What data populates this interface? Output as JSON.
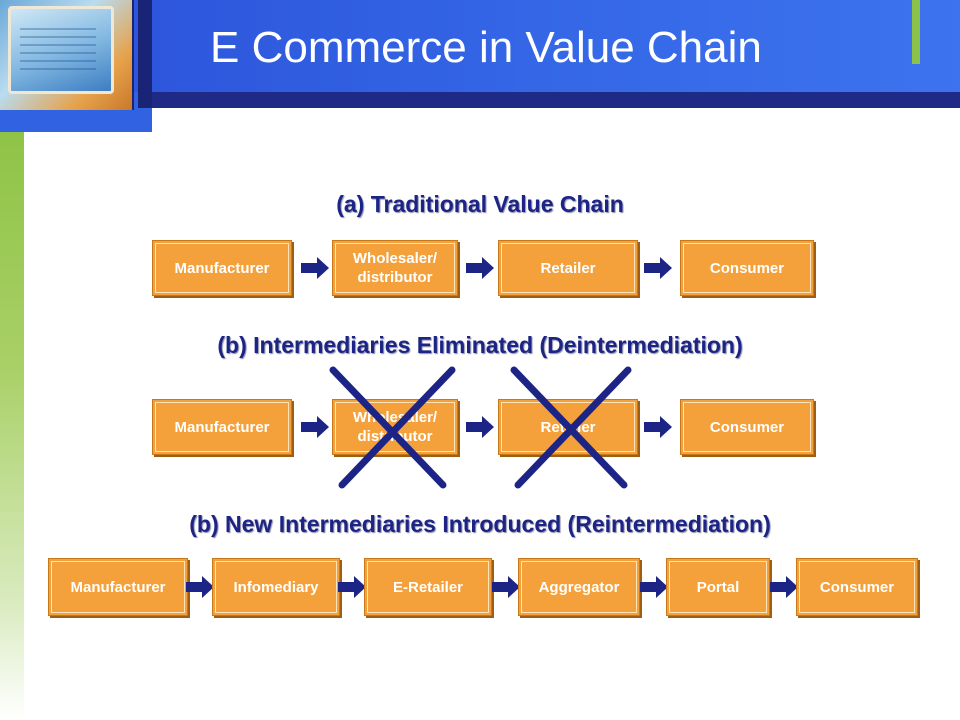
{
  "slide": {
    "title": "E Commerce in Value Chain"
  },
  "colors": {
    "box_fill": "#f4a13c",
    "arrow": "#1c2585",
    "title_bar": "#2b50d8",
    "accent_green": "#8fc346",
    "cross": "#1c2585"
  },
  "diagram": {
    "traditional": {
      "title": "(a) Traditional Value Chain",
      "boxes": [
        "Manufacturer",
        "Wholesaler/ distributor",
        "Retailer",
        "Consumer"
      ]
    },
    "deintermediation": {
      "title": "(b) Intermediaries Eliminated (Deintermediation)",
      "boxes": [
        "Manufacturer",
        "Wholesaler/ distributor",
        "Retailer",
        "Consumer"
      ],
      "crossed_out": [
        "Wholesaler/ distributor",
        "Retailer"
      ]
    },
    "reintermediation": {
      "title": "(b) New Intermediaries Introduced (Reintermediation)",
      "boxes": [
        "Manufacturer",
        "Infomediary",
        "E-Retailer",
        "Aggregator",
        "Portal",
        "Consumer"
      ]
    }
  }
}
